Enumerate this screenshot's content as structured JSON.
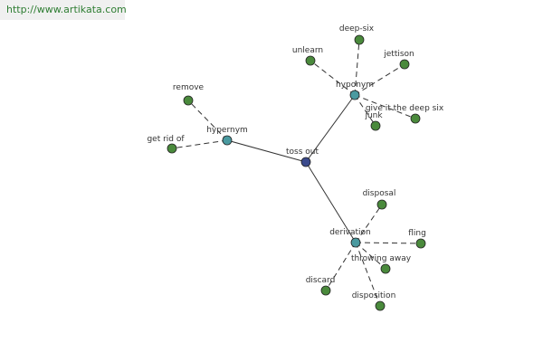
{
  "watermark": "http://www.artikata.com",
  "colors": {
    "root": "#3a4a8c",
    "relation": "#4a9aa0",
    "word": "#4a8a3c"
  },
  "graph": {
    "nodes": [
      {
        "id": "toss-out",
        "label": "toss out",
        "kind": "root"
      },
      {
        "id": "hypernym-left",
        "label": "hypernym",
        "kind": "relation"
      },
      {
        "id": "hyponym",
        "label": "hyponym",
        "kind": "relation"
      },
      {
        "id": "derivation",
        "label": "derivation",
        "kind": "relation"
      },
      {
        "id": "remove",
        "label": "remove",
        "kind": "word"
      },
      {
        "id": "get-rid-of",
        "label": "get rid of",
        "kind": "word"
      },
      {
        "id": "deep-six",
        "label": "deep-six",
        "kind": "word"
      },
      {
        "id": "unlearn",
        "label": "unlearn",
        "kind": "word"
      },
      {
        "id": "jettison",
        "label": "jettison",
        "kind": "word"
      },
      {
        "id": "give-the-deep-six",
        "label": "give it the deep six",
        "kind": "word"
      },
      {
        "id": "junk",
        "label": "junk",
        "kind": "word"
      },
      {
        "id": "disposal",
        "label": "disposal",
        "kind": "word"
      },
      {
        "id": "fling",
        "label": "fling",
        "kind": "word"
      },
      {
        "id": "throwing-away",
        "label": "throwing away",
        "kind": "word"
      },
      {
        "id": "discard",
        "label": "discard",
        "kind": "word"
      },
      {
        "id": "disposition",
        "label": "disposition",
        "kind": "word"
      }
    ],
    "edges": [
      {
        "from": "toss-out",
        "to": "hypernym-left",
        "style": "solid"
      },
      {
        "from": "toss-out",
        "to": "hyponym",
        "style": "solid"
      },
      {
        "from": "toss-out",
        "to": "derivation",
        "style": "solid"
      },
      {
        "from": "hypernym-left",
        "to": "remove",
        "style": "dashed"
      },
      {
        "from": "hypernym-left",
        "to": "get-rid-of",
        "style": "dashed"
      },
      {
        "from": "hyponym",
        "to": "deep-six",
        "style": "dashed"
      },
      {
        "from": "hyponym",
        "to": "unlearn",
        "style": "dashed"
      },
      {
        "from": "hyponym",
        "to": "jettison",
        "style": "dashed"
      },
      {
        "from": "hyponym",
        "to": "give-the-deep-six",
        "style": "dashed"
      },
      {
        "from": "hyponym",
        "to": "junk",
        "style": "dashed"
      },
      {
        "from": "derivation",
        "to": "disposal",
        "style": "dashed"
      },
      {
        "from": "derivation",
        "to": "fling",
        "style": "dashed"
      },
      {
        "from": "derivation",
        "to": "throwing-away",
        "style": "dashed"
      },
      {
        "from": "derivation",
        "to": "discard",
        "style": "dashed"
      },
      {
        "from": "derivation",
        "to": "disposition",
        "style": "dashed"
      }
    ]
  }
}
